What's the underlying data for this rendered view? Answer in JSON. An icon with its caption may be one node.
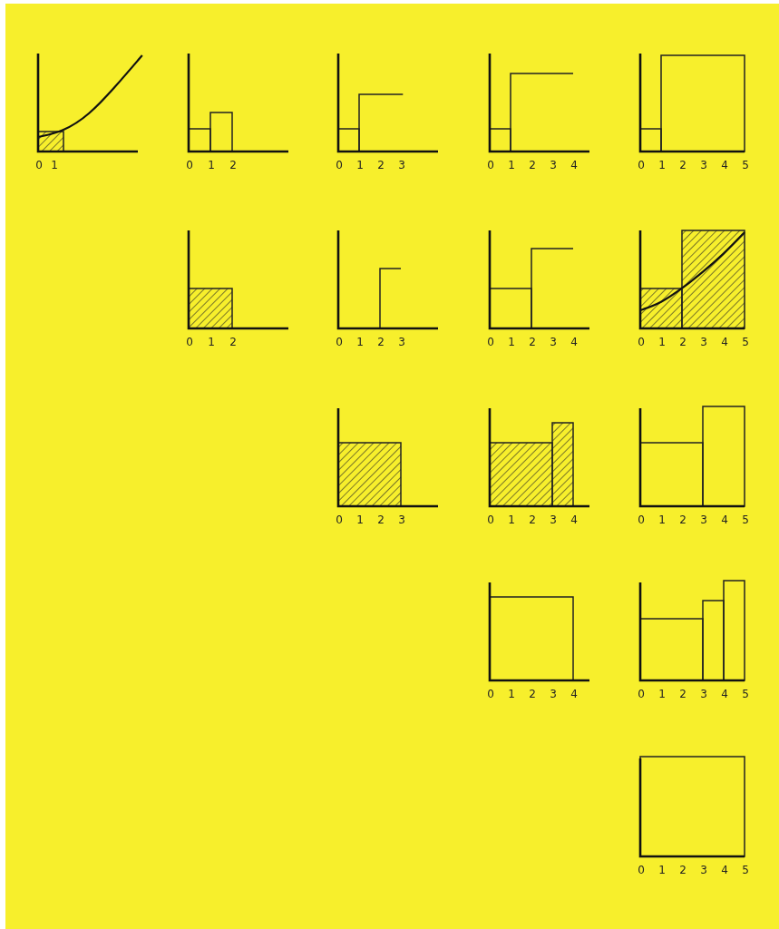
{
  "diagram": {
    "labels": [
      "0",
      "1",
      "0",
      "1",
      "2",
      "0",
      "1",
      "2",
      "3",
      "0",
      "1",
      "2",
      "3",
      "4",
      "0",
      "1",
      "2",
      "3",
      "4",
      "5",
      "0",
      "1",
      "2",
      "0",
      "1",
      "2",
      "3",
      "0",
      "1",
      "2",
      "3",
      "4",
      "0",
      "1",
      "2",
      "3",
      "4",
      "5",
      "0",
      "1",
      "2",
      "3",
      "0",
      "1",
      "2",
      "3",
      "4",
      "0",
      "1",
      "2",
      "3",
      "4",
      "5",
      "0",
      "1",
      "2",
      "3",
      "4",
      "0",
      "1",
      "2",
      "3",
      "4",
      "5",
      "0",
      "1",
      "2",
      "3",
      "4",
      "5"
    ]
  }
}
